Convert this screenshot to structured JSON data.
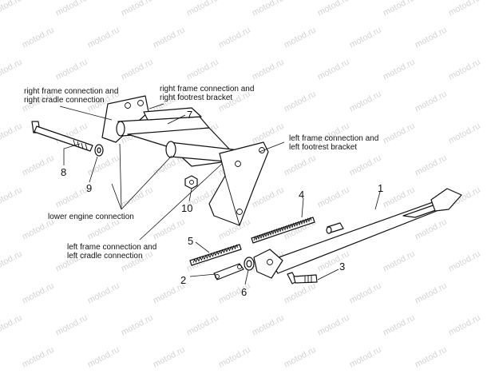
{
  "watermark": "motod.ru",
  "annotations": {
    "right_frame_cradle_1": "right frame connection and",
    "right_frame_cradle_2": "right cradle connection",
    "right_frame_footrest_1": "right frame connection and",
    "right_frame_footrest_2": "right footrest bracket",
    "left_frame_footrest_1": "left frame connection and",
    "left_frame_footrest_2": "left footrest bracket",
    "lower_engine": "lower engine connection",
    "left_frame_cradle_1": "left frame connection and",
    "left_frame_cradle_2": "left cradle connection"
  },
  "part_numbers": {
    "p1": "1",
    "p2": "2",
    "p3": "3",
    "p4": "4",
    "p5": "5",
    "p6": "6",
    "p7": "7",
    "p8": "8",
    "p9": "9",
    "p10": "10"
  }
}
